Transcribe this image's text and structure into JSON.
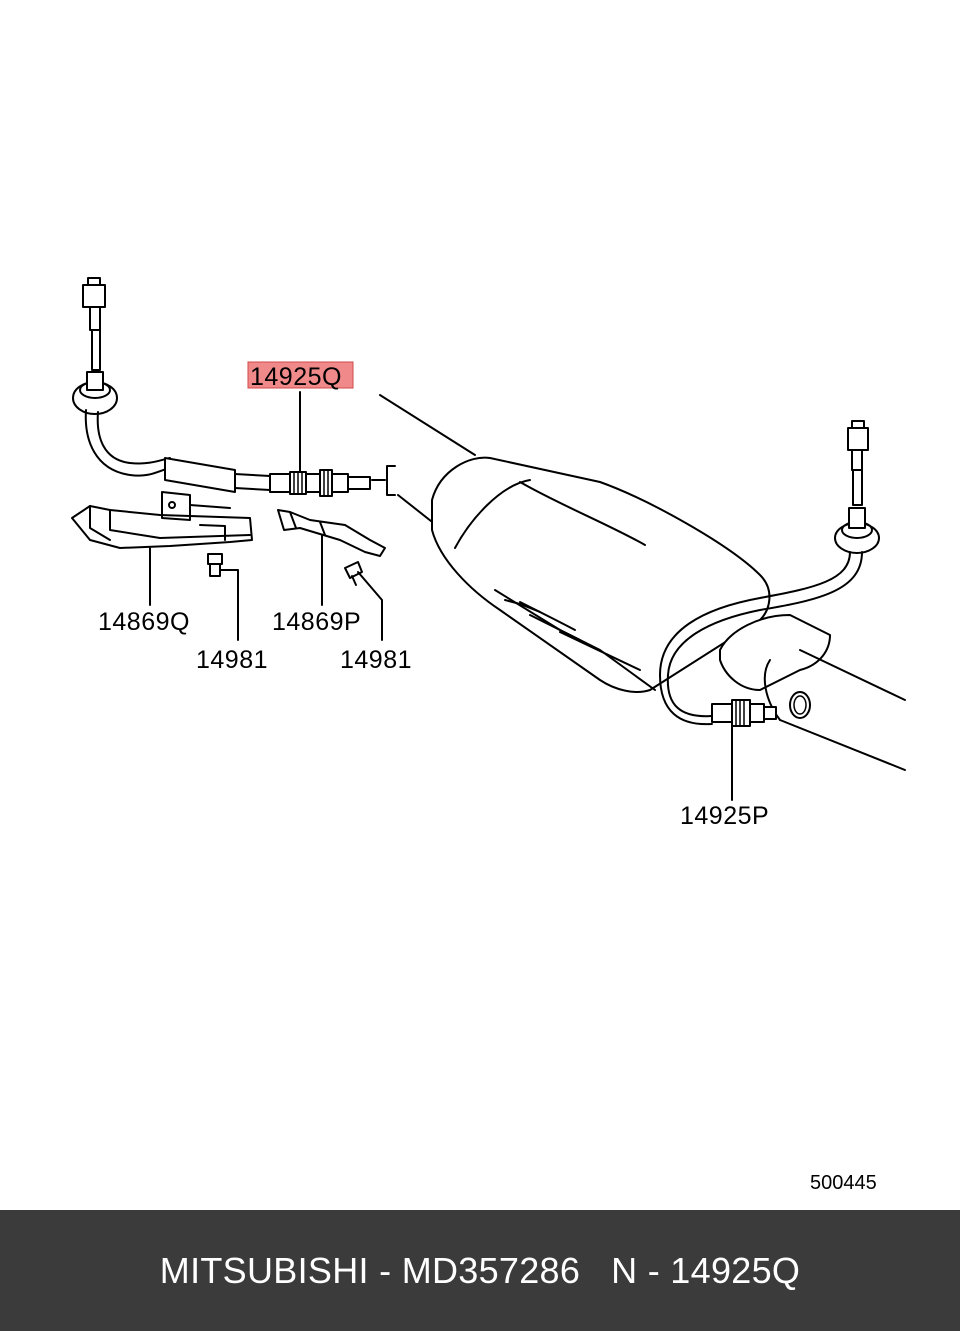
{
  "diagram": {
    "labels": {
      "highlighted": "14925Q",
      "bracket_left": "14869Q",
      "bracket_right": "14869P",
      "bolt_left": "14981",
      "bolt_right": "14981",
      "rear_sensor": "14925P",
      "diagram_number": "500445"
    },
    "highlight_color": "#f08a8a"
  },
  "footer": {
    "text": "MITSUBISHI - MD357286   N - 14925Q"
  }
}
